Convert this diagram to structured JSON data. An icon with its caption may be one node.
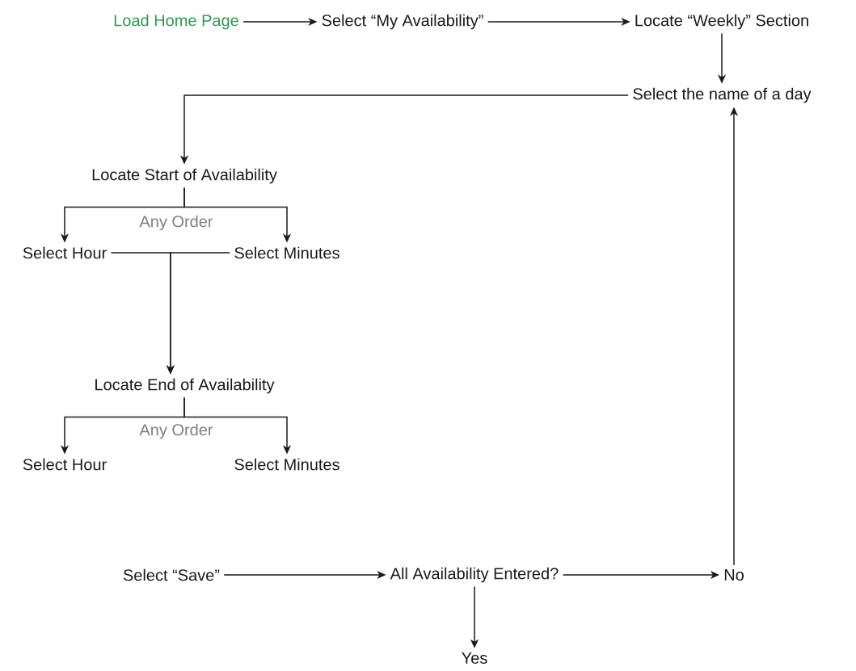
{
  "diagram": {
    "nodes": [
      {
        "text": [
          "Load Home Page"
        ]
      },
      {
        "text": [
          "Select “My Availability”"
        ]
      },
      {
        "text": [
          "Locate “Weekly” Section"
        ]
      },
      {
        "text": [
          "Select the name of a day"
        ]
      },
      {
        "text": [
          "Locate Start of Availability"
        ]
      },
      {
        "text": [
          "Select Hour"
        ]
      },
      {
        "text": [
          "Select Minutes"
        ]
      },
      {
        "text": [
          "Locate End of Availability"
        ]
      },
      {
        "text": [
          "Select Hour"
        ]
      },
      {
        "text": [
          "Select Minutes"
        ]
      },
      {
        "text": [
          "Select “Save”"
        ]
      },
      {
        "text": [
          "All Availability Entered?"
        ]
      },
      {
        "text": [
          "No"
        ]
      },
      {
        "text": [
          "Yes"
        ]
      }
    ],
    "edges": [
      {
        "from": 0,
        "to": 1,
        "arrow": "to"
      },
      {
        "from": 1,
        "to": 2,
        "arrow": "to"
      },
      {
        "from": 2,
        "to": 3,
        "arrow": "to"
      },
      {
        "from": 3,
        "to": 4,
        "arrow": "to"
      },
      {
        "from": 4,
        "to": 5,
        "arrow": "to"
      },
      {
        "from": 4,
        "to": 6,
        "arrow": "to"
      },
      {
        "from": 5,
        "to": 7,
        "arrow": "to"
      },
      {
        "from": 6,
        "to": 7,
        "arrow": "to"
      },
      {
        "from": 7,
        "to": 8,
        "arrow": "to"
      },
      {
        "from": 7,
        "to": 9,
        "arrow": "to"
      },
      {
        "from": 10,
        "to": 11,
        "arrow": "to"
      },
      {
        "from": 11,
        "to": 12,
        "arrow": "to"
      },
      {
        "from": 11,
        "to": 13,
        "arrow": "to"
      },
      {
        "from": 12,
        "to": 3,
        "arrow": "to"
      }
    ],
    "labels": [
      "Any Order",
      "Any Order"
    ]
  }
}
